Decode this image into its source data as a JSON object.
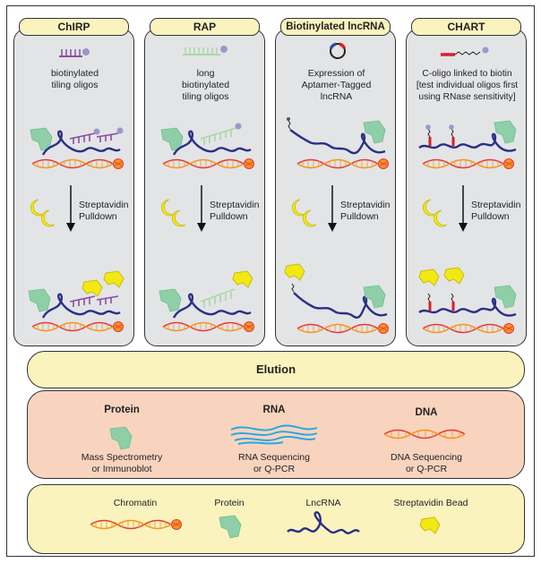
{
  "panels": [
    {
      "title": "ChIRP",
      "desc_lines": [
        "biotinylated",
        "tiling oligos"
      ],
      "step": [
        "Streptavidin",
        "Pulldown"
      ]
    },
    {
      "title": "RAP",
      "desc_lines": [
        "long",
        "biotinylated",
        "tiling oligos"
      ],
      "step": [
        "Streptavidin",
        "Pulldown"
      ]
    },
    {
      "title": "Biotinylated lncRNA",
      "desc_lines": [
        "Expression of",
        "Aptamer-Tagged",
        "lncRNA"
      ],
      "step": [
        "Streptavidin",
        "Pulldown"
      ]
    },
    {
      "title": "CHART",
      "desc_lines": [
        "C-oligo linked to biotin",
        "[test individual oligos first",
        "using RNase sensitivity]"
      ],
      "step": [
        "Streptavidin",
        "Pulldown"
      ]
    }
  ],
  "elution": "Elution",
  "detection": [
    {
      "heading": "Protein",
      "lines": [
        "Mass Spectrometry",
        "or Immunoblot"
      ]
    },
    {
      "heading": "RNA",
      "lines": [
        "RNA Sequencing",
        "or Q-PCR"
      ]
    },
    {
      "heading": "DNA",
      "lines": [
        "DNA Sequencing",
        "or Q-PCR"
      ]
    }
  ],
  "legend": [
    "Chromatin",
    "Protein",
    "LncRNA",
    "Streptavidin Bead"
  ],
  "colors": {
    "panel_bg": "#e3e4e6",
    "tab_bg": "#fbf3be",
    "detect_bg": "#f8d4bf",
    "protein": "#8ecfa8",
    "lncrna": "#2b2f86",
    "dna_red": "#e5393b",
    "dna_orange": "#f7941d",
    "bead": "#f2e813",
    "chirp_oligo": "#8a4fa3",
    "rap_oligo": "#a9d8a8",
    "chart_oligo": "#d92027",
    "biotin": "#9c98c8",
    "rna": "#29a8e0"
  }
}
